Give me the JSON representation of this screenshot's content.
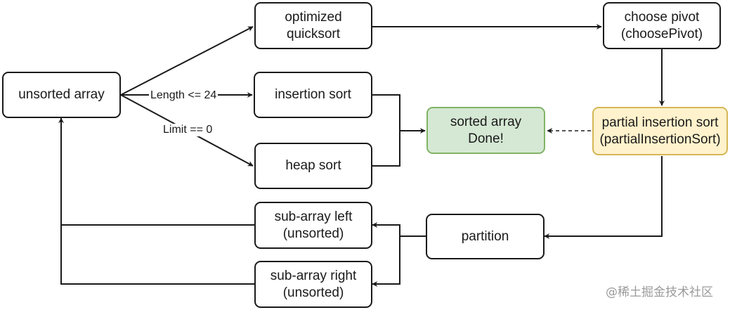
{
  "nodes": {
    "unsorted_array": "unsorted array",
    "optimized_quicksort": [
      "optimized",
      "quicksort"
    ],
    "insertion_sort": "insertion sort",
    "heap_sort": "heap sort",
    "sorted_array": [
      "sorted array",
      "Done!"
    ],
    "choose_pivot": [
      "choose pivot",
      "(choosePivot)"
    ],
    "partial_insertion_sort": [
      "partial insertion sort",
      "(partialInsertionSort)"
    ],
    "partition": "partition",
    "sub_array_left": [
      "sub-array left",
      "(unsorted)"
    ],
    "sub_array_right": [
      "sub-array right",
      "(unsorted)"
    ]
  },
  "edges": {
    "length_label": "Length <= 24",
    "limit_label": "Limit == 0"
  },
  "colors": {
    "sorted_fill": "#d5e8d4",
    "sorted_border": "#82b366",
    "partial_fill": "#fff2cc",
    "partial_border": "#d6b656",
    "stroke": "#1a1a1a"
  },
  "watermark": "@稀土掘金技术社区"
}
